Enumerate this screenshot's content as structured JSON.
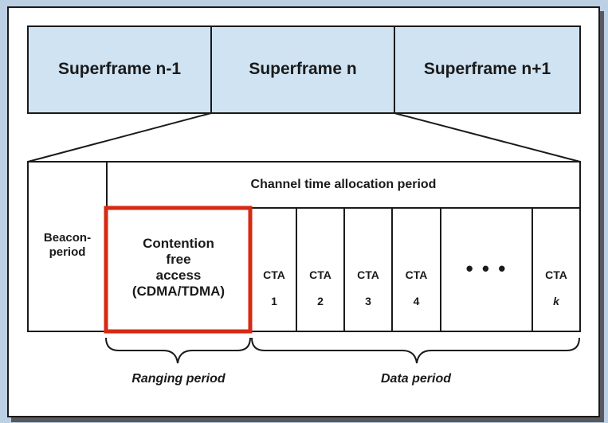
{
  "superframes": [
    {
      "label": "Superframe n-1"
    },
    {
      "label": "Superframe n"
    },
    {
      "label": "Superframe n+1"
    }
  ],
  "channel_time_allocation_label": "Channel time allocation period",
  "beacon_label": "Beacon-\nperiod",
  "contention_free_label": "Contention\nfree\naccess\n(CDMA/TDMA)",
  "cta_prefix": "CTA",
  "cta_slots": [
    "1",
    "2",
    "3",
    "4"
  ],
  "cta_last": "k",
  "ellipsis": "• • •",
  "ranging_label": "Ranging period",
  "data_label": "Data period",
  "colors": {
    "superframe_fill": "#cfe3f2",
    "highlight": "#d62a12",
    "background": "#bcd0e4",
    "line": "#1a1a1a"
  }
}
